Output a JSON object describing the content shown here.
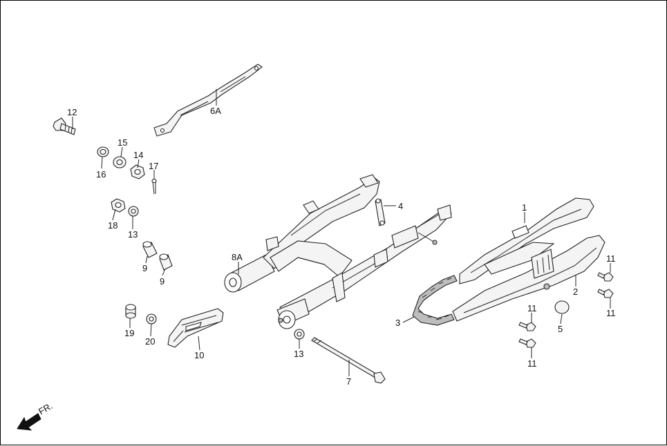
{
  "callouts": {
    "c12": "12",
    "c6A": "6A",
    "c15": "15",
    "c14": "14",
    "c16": "16",
    "c17": "17",
    "c18": "18",
    "c13a": "13",
    "c9a": "9",
    "c9b": "9",
    "c19": "19",
    "c20": "20",
    "c10": "10",
    "c8A": "8A",
    "c4": "4",
    "c13b": "13",
    "c7": "7",
    "c1": "1",
    "c2": "2",
    "c3": "3",
    "c5": "5",
    "c11a": "11",
    "c11b": "11",
    "c11c": "11",
    "c11d": "11"
  },
  "direction": {
    "label": "FR."
  }
}
